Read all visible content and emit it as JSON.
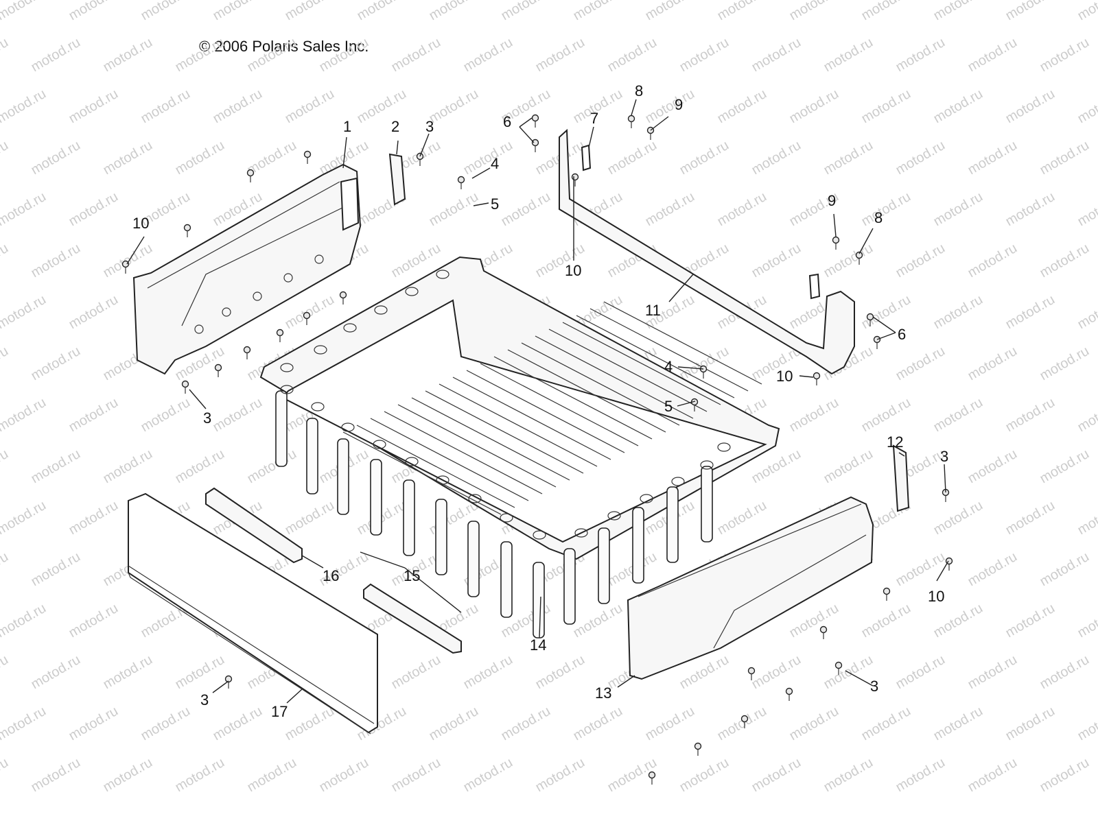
{
  "copyright": "© 2006 Polaris Sales Inc.",
  "watermark": "motod.ru",
  "callouts": [
    {
      "id": "c1",
      "text": "1"
    },
    {
      "id": "c2",
      "text": "2"
    },
    {
      "id": "c3a",
      "text": "3"
    },
    {
      "id": "c6a",
      "text": "6"
    },
    {
      "id": "c7",
      "text": "7"
    },
    {
      "id": "c8a",
      "text": "8"
    },
    {
      "id": "c9a",
      "text": "9"
    },
    {
      "id": "c4a",
      "text": "4"
    },
    {
      "id": "c5a",
      "text": "5"
    },
    {
      "id": "c10a",
      "text": "10"
    },
    {
      "id": "c10b",
      "text": "10"
    },
    {
      "id": "c9b",
      "text": "9"
    },
    {
      "id": "c8b",
      "text": "8"
    },
    {
      "id": "c11",
      "text": "11"
    },
    {
      "id": "c6b",
      "text": "6"
    },
    {
      "id": "c3b",
      "text": "3"
    },
    {
      "id": "c4b",
      "text": "4"
    },
    {
      "id": "c10c",
      "text": "10"
    },
    {
      "id": "c5b",
      "text": "5"
    },
    {
      "id": "c12",
      "text": "12"
    },
    {
      "id": "c3c",
      "text": "3"
    },
    {
      "id": "c10d",
      "text": "10"
    },
    {
      "id": "c16",
      "text": "16"
    },
    {
      "id": "c15",
      "text": "15"
    },
    {
      "id": "c14",
      "text": "14"
    },
    {
      "id": "c13",
      "text": "13"
    },
    {
      "id": "c3d",
      "text": "3"
    },
    {
      "id": "c3e",
      "text": "3"
    },
    {
      "id": "c17",
      "text": "17"
    }
  ]
}
